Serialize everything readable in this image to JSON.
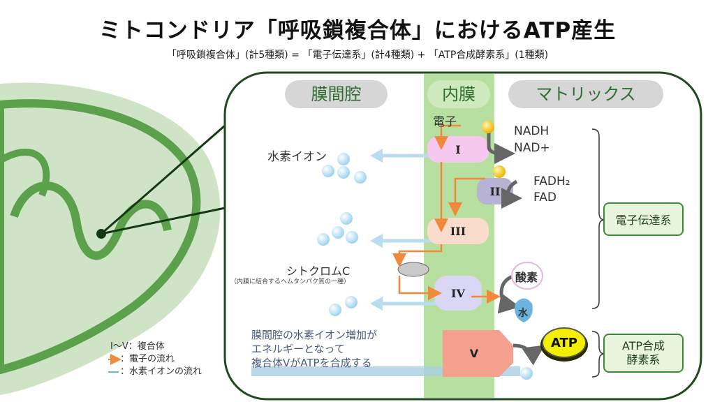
{
  "title": "ミトコンドリア「呼吸鎖複合体」におけるATP産生",
  "subtitle": "「呼吸鎖複合体」(計5種類) = 「電子伝達系」(計4種類) + 「ATP合成酵素系」(1種類)",
  "regions": {
    "intermembrane": "膜間腔",
    "inner_membrane": "内膜",
    "matrix": "マトリックス"
  },
  "complexes": {
    "c1": "I",
    "c2": "II",
    "c3": "III",
    "c4": "IV",
    "c5": "V"
  },
  "labels": {
    "electron": "電子",
    "hydrogen_ion": "水素イオン",
    "nadh": "NADH",
    "nad": "NAD+",
    "fadh2": "FADH₂",
    "fad": "FAD",
    "cytochrome": "シトクロムC",
    "cytochrome_note": "（内膜に結合するヘムタンパク質の一種）",
    "oxygen": "酸素",
    "water": "水",
    "atp": "ATP"
  },
  "groups": {
    "etc": "電子伝達系",
    "atp_synthase_line1": "ATP合成",
    "atp_synthase_line2": "酵素系"
  },
  "explanation": [
    "膜間腔の水素イオン増加が",
    "エネルギーとなって",
    "複合体ⅤがATPを合成する"
  ],
  "legend": {
    "complex": "Ⅰ～Ⅴ：複合体",
    "electron_flow": "：電子の流れ",
    "hydrogen_flow": "：水素イオンの流れ"
  },
  "colors": {
    "membrane": "#b7df9f",
    "panel_border": "#1f4a1f",
    "electron_arrow": "#f08a3a",
    "hydrogen_arrow": "#b9dcef"
  }
}
